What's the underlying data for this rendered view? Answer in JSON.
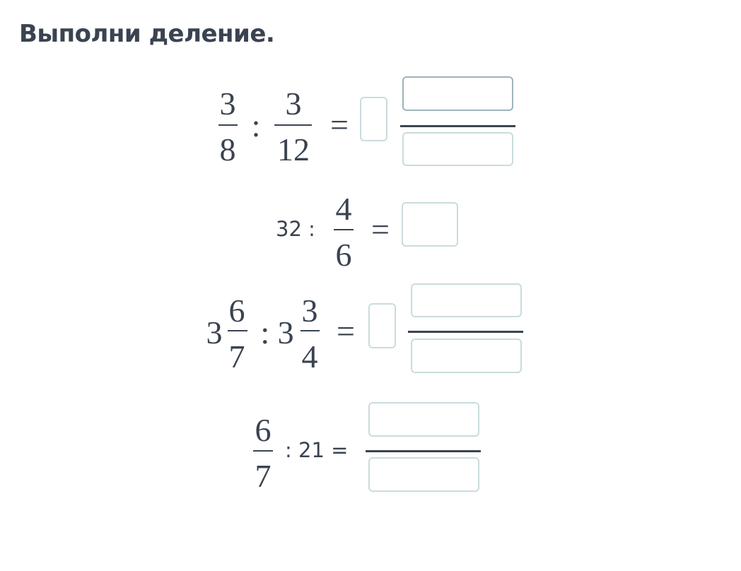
{
  "title": "Выполни деление.",
  "problems": [
    {
      "a_num": "3",
      "a_den": "8",
      "op": ":",
      "b_num": "3",
      "b_den": "12",
      "eq": "="
    },
    {
      "a": "32 :",
      "b_num": "4",
      "b_den": "6",
      "eq": "="
    },
    {
      "a_whole": "3",
      "a_num": "6",
      "a_den": "7",
      "op": ": 3",
      "b_num": "3",
      "b_den": "4",
      "eq": "="
    },
    {
      "a_num": "6",
      "a_den": "7",
      "rest": ": 21 ="
    }
  ]
}
